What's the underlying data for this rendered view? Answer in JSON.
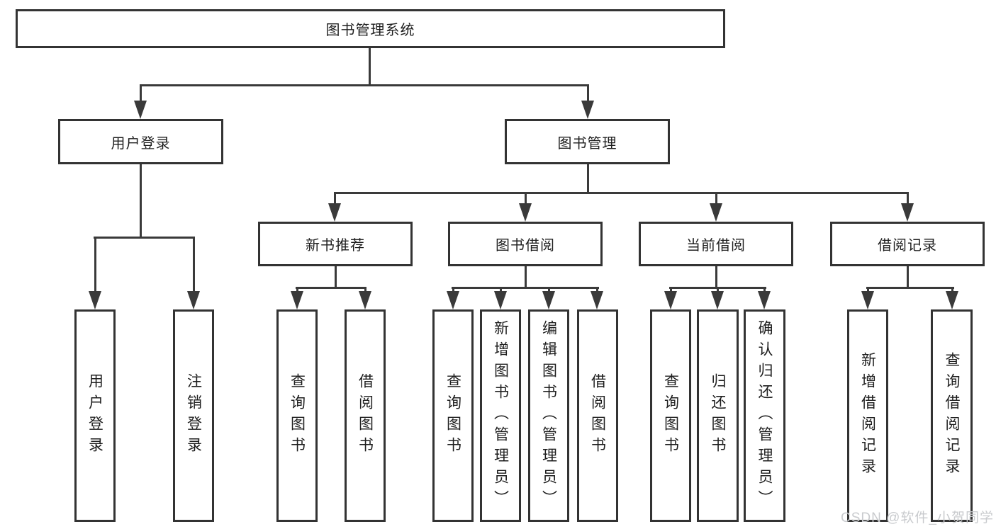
{
  "diagram": {
    "title": "图书管理系统",
    "nodes": [
      {
        "id": "root",
        "label": "图书管理系统",
        "orientation": "horizontal"
      },
      {
        "id": "user-login",
        "label": "用户登录",
        "orientation": "horizontal"
      },
      {
        "id": "book-mgmt",
        "label": "图书管理",
        "orientation": "horizontal"
      },
      {
        "id": "new-book-rec",
        "label": "新书推荐",
        "orientation": "horizontal"
      },
      {
        "id": "book-borrow",
        "label": "图书借阅",
        "orientation": "horizontal"
      },
      {
        "id": "current-borrow",
        "label": "当前借阅",
        "orientation": "horizontal"
      },
      {
        "id": "borrow-records",
        "label": "借阅记录",
        "orientation": "horizontal"
      },
      {
        "id": "user-login-leaf",
        "label": "用户登录",
        "orientation": "vertical"
      },
      {
        "id": "logout",
        "label": "注销登录",
        "orientation": "vertical"
      },
      {
        "id": "query-book-1",
        "label": "查询图书",
        "orientation": "vertical"
      },
      {
        "id": "borrow-book-1",
        "label": "借阅图书",
        "orientation": "vertical"
      },
      {
        "id": "query-book-2",
        "label": "查询图书",
        "orientation": "vertical"
      },
      {
        "id": "add-book-admin",
        "label": "新增图书（管理员）",
        "orientation": "vertical"
      },
      {
        "id": "edit-book-admin",
        "label": "编辑图书（管理员）",
        "orientation": "vertical"
      },
      {
        "id": "borrow-book-2",
        "label": "借阅图书",
        "orientation": "vertical"
      },
      {
        "id": "query-book-3",
        "label": "查询图书",
        "orientation": "vertical"
      },
      {
        "id": "return-book",
        "label": "归还图书",
        "orientation": "vertical"
      },
      {
        "id": "confirm-return-admin",
        "label": "确认归还（管理员）",
        "orientation": "vertical"
      },
      {
        "id": "add-borrow-record",
        "label": "新增借阅记录",
        "orientation": "vertical"
      },
      {
        "id": "query-borrow-record",
        "label": "查询借阅记录",
        "orientation": "vertical"
      }
    ],
    "edges": [
      [
        "root",
        "user-login"
      ],
      [
        "root",
        "book-mgmt"
      ],
      [
        "user-login",
        "user-login-leaf"
      ],
      [
        "user-login",
        "logout"
      ],
      [
        "book-mgmt",
        "new-book-rec"
      ],
      [
        "book-mgmt",
        "book-borrow"
      ],
      [
        "book-mgmt",
        "current-borrow"
      ],
      [
        "book-mgmt",
        "borrow-records"
      ],
      [
        "new-book-rec",
        "query-book-1"
      ],
      [
        "new-book-rec",
        "borrow-book-1"
      ],
      [
        "book-borrow",
        "query-book-2"
      ],
      [
        "book-borrow",
        "add-book-admin"
      ],
      [
        "book-borrow",
        "edit-book-admin"
      ],
      [
        "book-borrow",
        "borrow-book-2"
      ],
      [
        "current-borrow",
        "query-book-3"
      ],
      [
        "current-borrow",
        "return-book"
      ],
      [
        "current-borrow",
        "confirm-return-admin"
      ],
      [
        "borrow-records",
        "add-borrow-record"
      ],
      [
        "borrow-records",
        "query-borrow-record"
      ]
    ],
    "colors": {
      "line": "#3a3a3a",
      "box_border": "#333333",
      "text": "#1e1e1e",
      "watermark": "#c9cbce"
    }
  },
  "watermark": {
    "text": "CSDN @软件_小贺同学"
  }
}
